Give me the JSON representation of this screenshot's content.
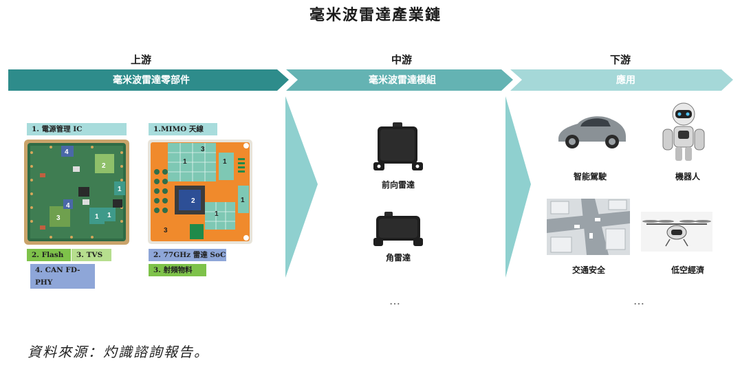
{
  "title": "毫米波雷達產業鏈",
  "colors": {
    "upstream": "#2e8c8b",
    "midstream": "#64b3b3",
    "downstream": "#a5d8d8",
    "arrow": "#8fd0cf"
  },
  "stages": [
    {
      "name": "上游",
      "bar": "毫米波雷達零部件"
    },
    {
      "name": "中游",
      "bar": "毫米波雷達模組"
    },
    {
      "name": "下游",
      "bar": "應用"
    }
  ],
  "upstream": {
    "board1_tags": [
      "1. 電源管理 IC",
      "2. Flash",
      "3. TVS",
      "4. CAN FD-PHY"
    ],
    "board2_tags": [
      "1.MIMO 天線",
      "2. 77GHz 雷達 SoC",
      "3. 射頻物料"
    ],
    "board1_marks": [
      "4",
      "2",
      "1",
      "4",
      "1",
      "3",
      "1"
    ],
    "board2_marks": [
      "3",
      "1",
      "1",
      "1",
      "2",
      "1",
      "3"
    ]
  },
  "midstream": {
    "items": [
      "前向雷達",
      "角雷達"
    ],
    "more": "…"
  },
  "downstream": {
    "items": [
      "智能駕駛",
      "機器人",
      "交通安全",
      "低空經濟"
    ],
    "more": "…"
  },
  "source": "資料來源：灼識諮詢報告。"
}
